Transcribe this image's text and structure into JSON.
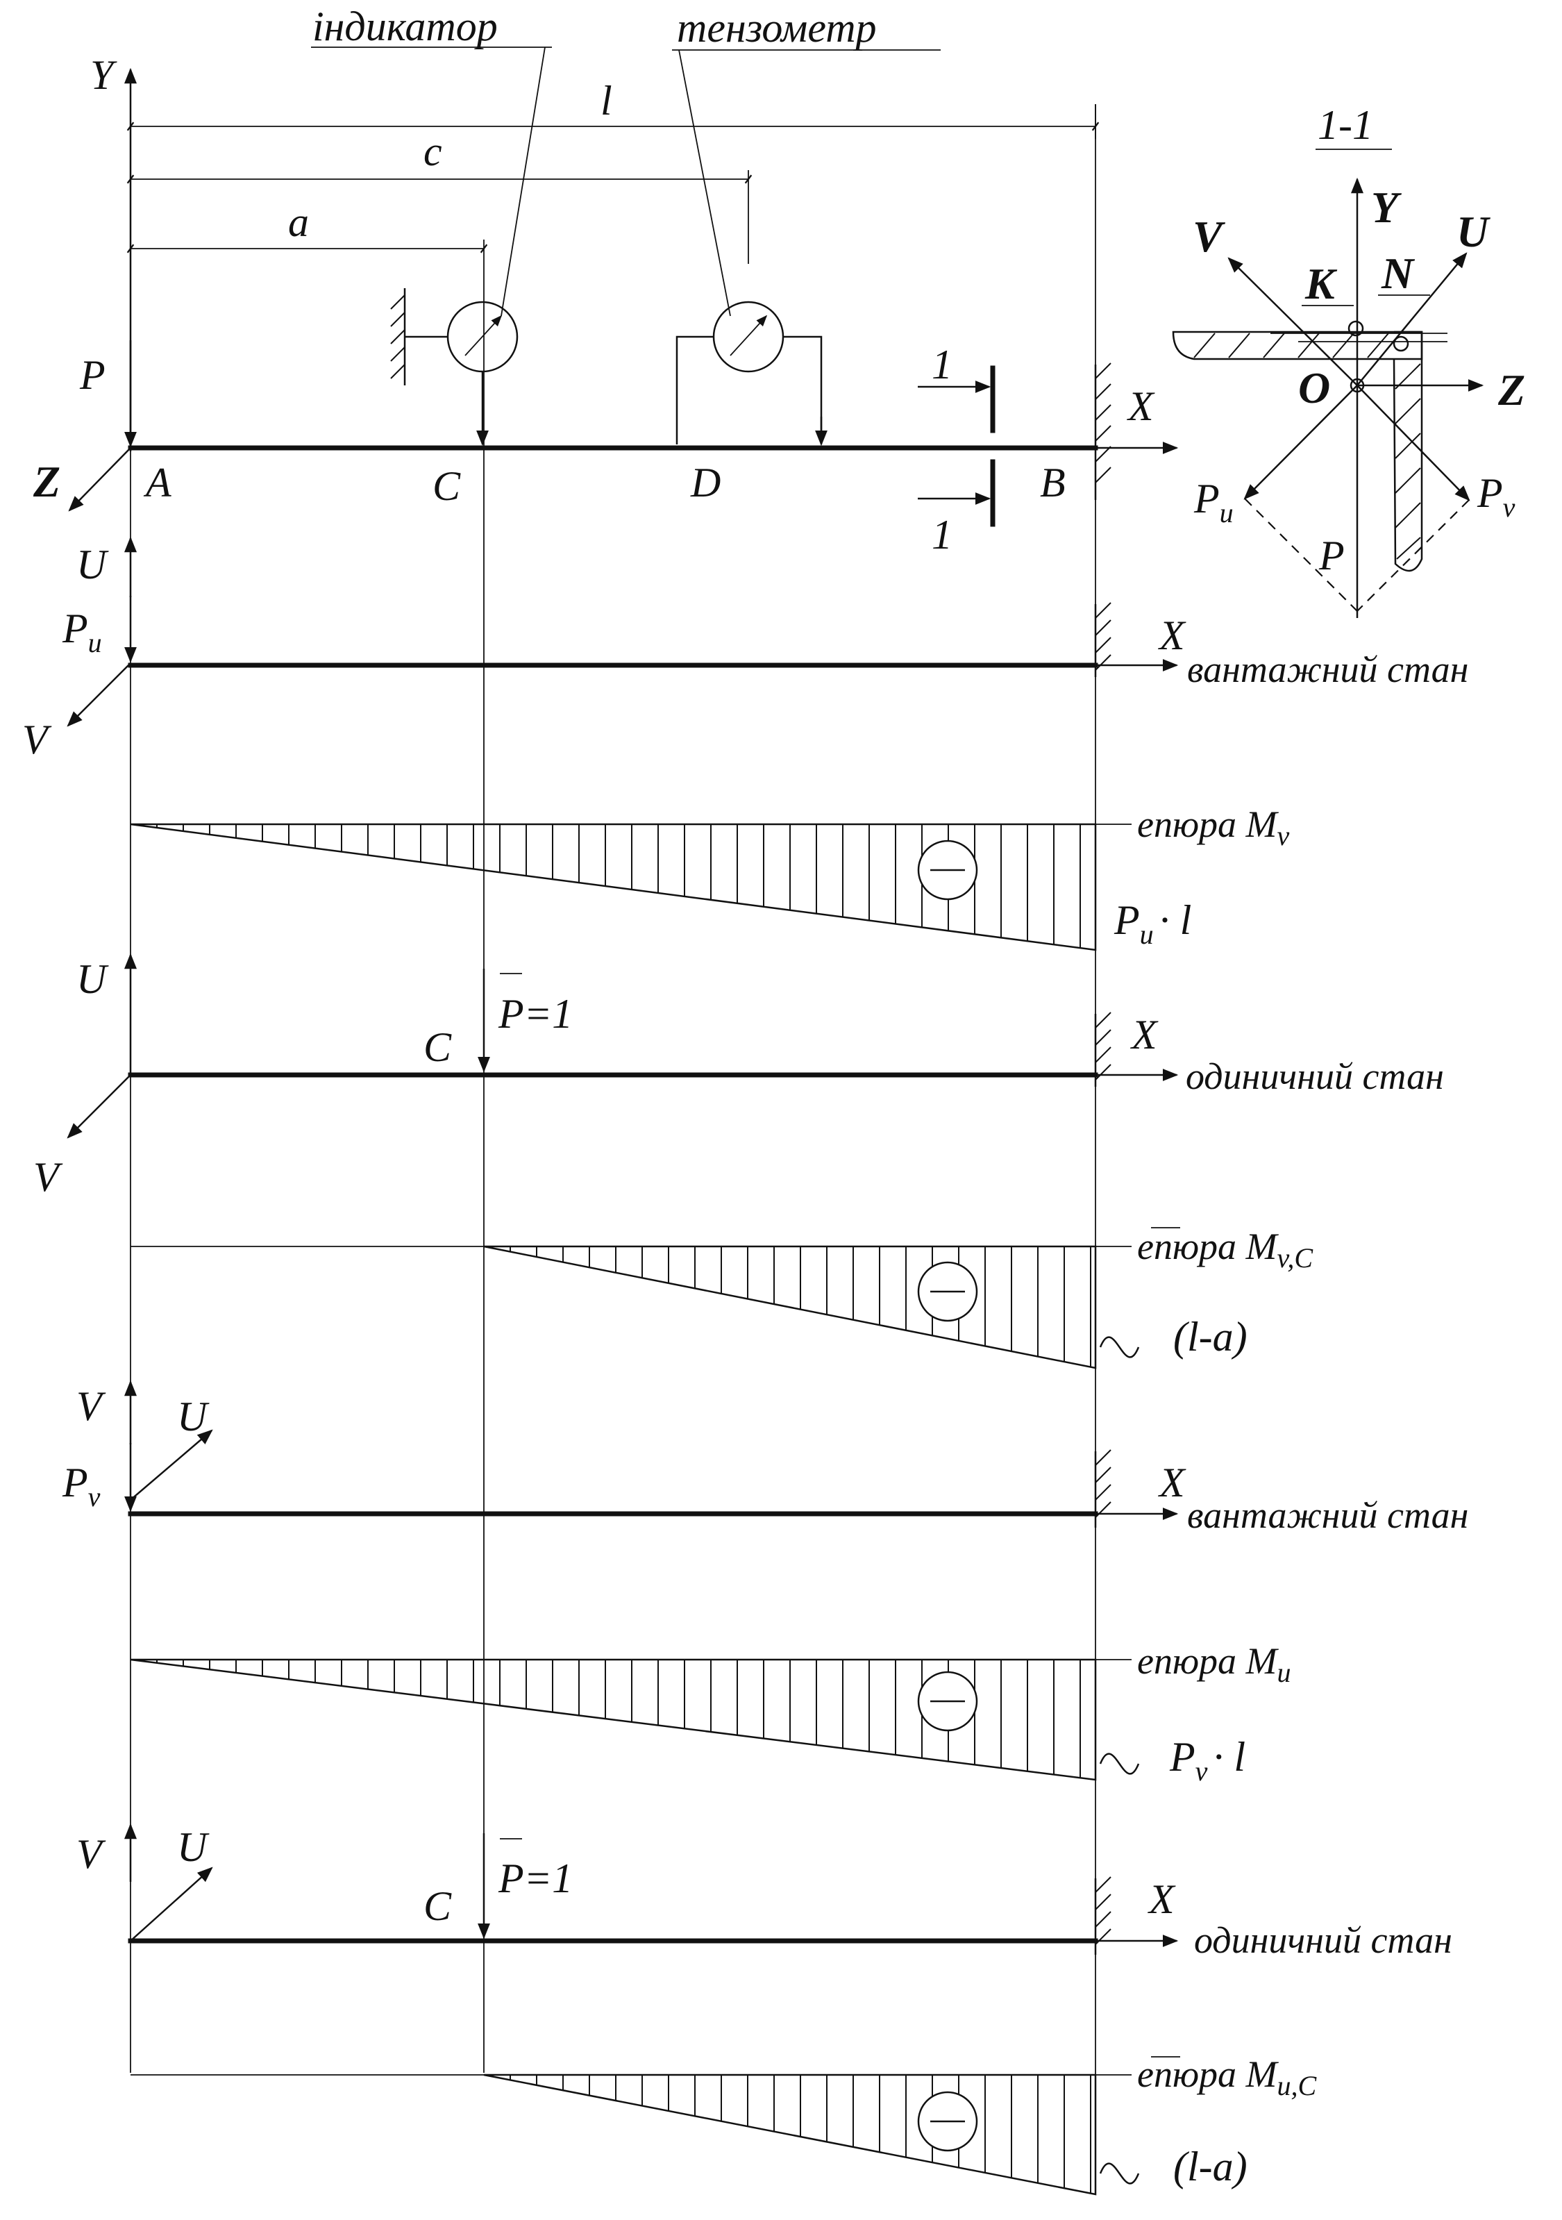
{
  "top": {
    "label_indicator": "індикатор",
    "label_tensometer": "тензометр",
    "dim_l": "l",
    "dim_c": "c",
    "dim_a": "a",
    "axis_y": "Y",
    "axis_x": "X",
    "axis_z": "Z",
    "load_p": "P",
    "point_a": "A",
    "point_c": "C",
    "point_d": "D",
    "point_b": "B",
    "section_mark": "1"
  },
  "section": {
    "title": "1-1",
    "axis_y": "Y",
    "axis_z": "Z",
    "axis_u": "U",
    "axis_v": "V",
    "point_k": "K",
    "point_n": "N",
    "point_o": "O",
    "load_p": "P",
    "comp_pu": "P",
    "comp_pu_sub": "u",
    "comp_pv": "P",
    "comp_pv_sub": "v"
  },
  "state1": {
    "axis_u": "U",
    "axis_v": "V",
    "axis_x": "X",
    "load": "P",
    "load_sub": "u",
    "caption": "вантажний стан",
    "diagram_label": "епюра M",
    "diagram_label_sub": "v",
    "end_value": "P",
    "end_value_sub": "u",
    "end_value_tail": "· l"
  },
  "state2": {
    "axis_u": "U",
    "axis_v": "V",
    "axis_x": "X",
    "point_c": "C",
    "unit_load": "P=1",
    "caption": "одиничний стан",
    "diagram_label": "епюра M",
    "diagram_label_sub": "v,C",
    "end_value": "(l-a)"
  },
  "state3": {
    "axis_u": "U",
    "axis_v": "V",
    "axis_x": "X",
    "load": "P",
    "load_sub": "v",
    "caption": "вантажний стан",
    "diagram_label": "епюра M",
    "diagram_label_sub": "u",
    "end_value": "P",
    "end_value_sub": "v",
    "end_value_tail": "· l"
  },
  "state4": {
    "axis_u": "U",
    "axis_v": "V",
    "axis_x": "X",
    "point_c": "C",
    "unit_load": "P=1",
    "caption": "одиничний стан",
    "diagram_label": "епюра M",
    "diagram_label_sub": "u,C",
    "end_value": "(l-a)"
  }
}
